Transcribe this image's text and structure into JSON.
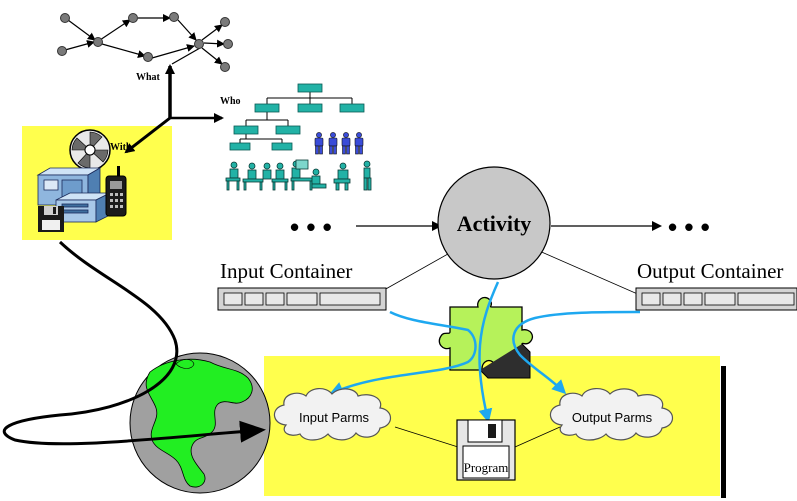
{
  "labels": {
    "what": "What",
    "who": "Who",
    "with": "With",
    "activity": "Activity",
    "input_container": "Input Container",
    "output_container": "Output Container",
    "input_parms": "Input Parms",
    "output_parms": "Output Parms",
    "program": "Program",
    "ellipsis_left": "• • •",
    "ellipsis_right": "• • •"
  },
  "colors": {
    "highlight_yellow": "#ffff4d",
    "activity_circle": "#c8c8c8",
    "flow_blue": "#1ea8f0",
    "puzzle_green": "#b6f25a",
    "earth_land": "#22ee22",
    "earth_ocean": "#a0a0a0",
    "org_teal": "#22b2a6",
    "people_blue": "#3a4cd8",
    "cloud_fill": "#f2f2f2",
    "container_fill": "#d4d4d4"
  },
  "icons": [
    "network-graph-icon",
    "org-chart-icon",
    "people-icon",
    "office-workers-icon",
    "film-reel-icon",
    "computer-icon",
    "phone-icon",
    "floppy-disk-icon",
    "puzzle-piece-icon",
    "globe-icon",
    "cloud-icon"
  ]
}
